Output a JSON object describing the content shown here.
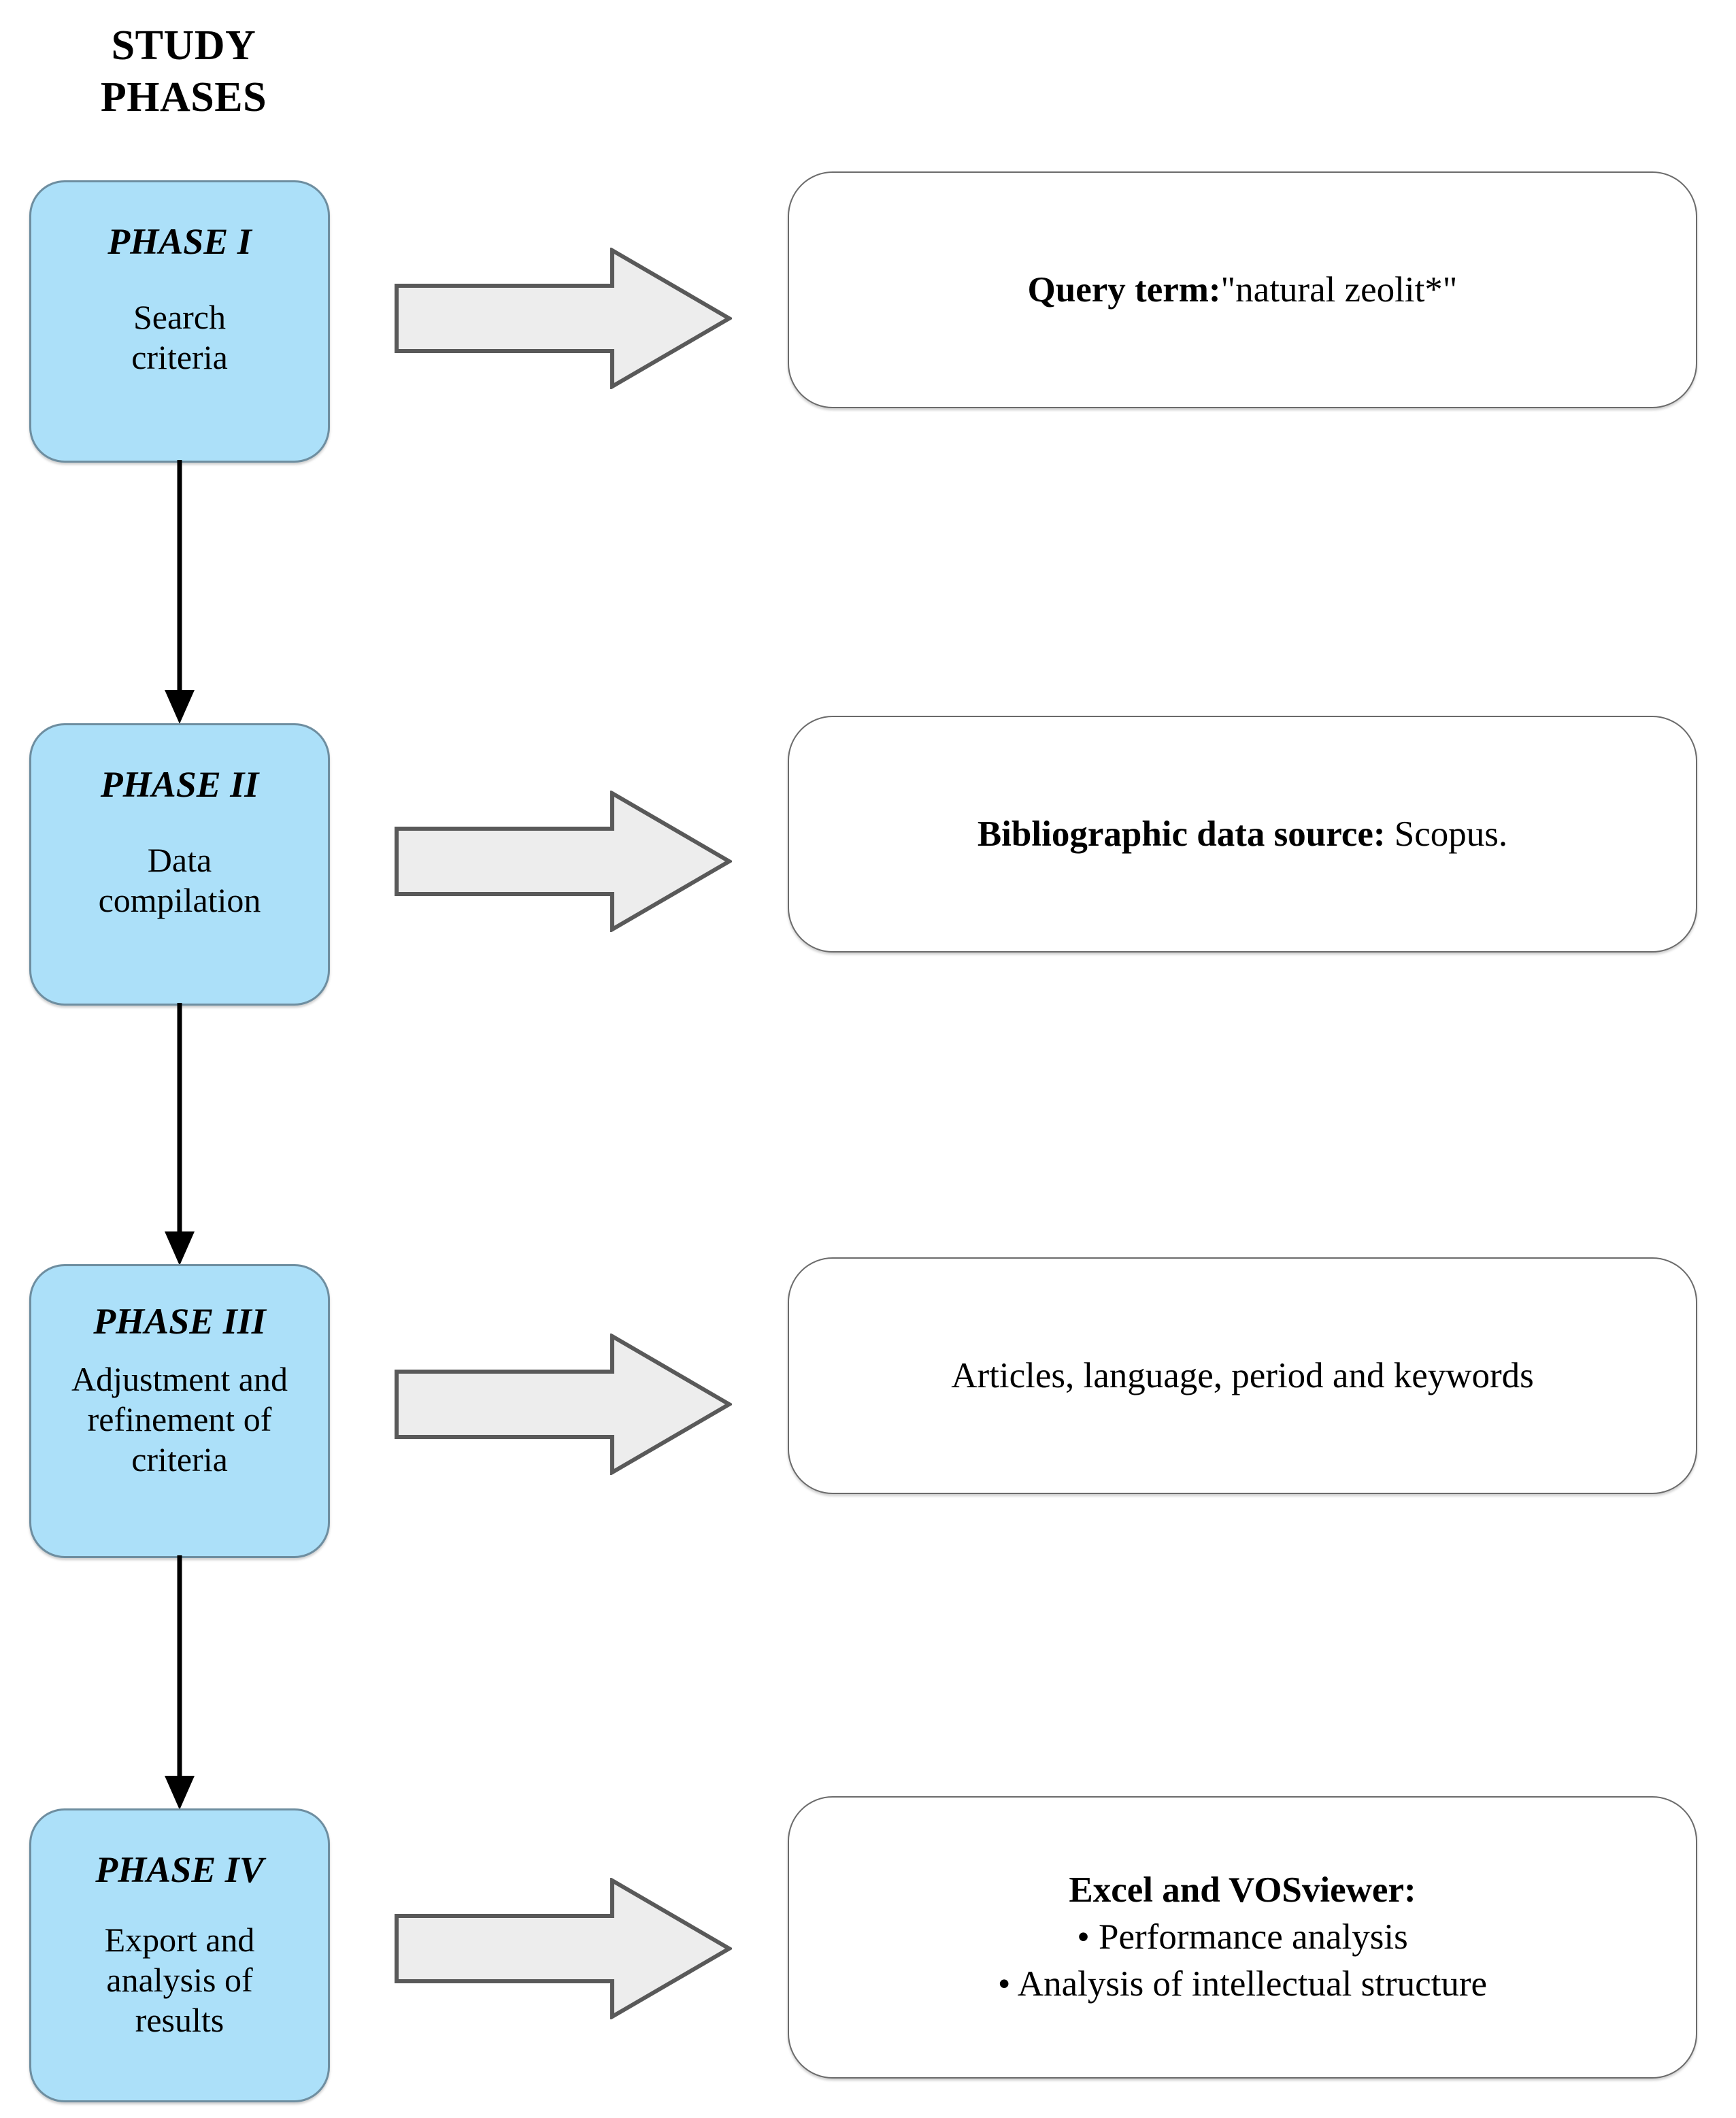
{
  "title": {
    "line1": "STUDY",
    "line2": "PHASES"
  },
  "colors": {
    "phase_box_fill": "#ACE0F9",
    "phase_box_border": "#6e8ea0",
    "content_box_fill": "#FFFFFF",
    "content_box_border": "#6b6b6b",
    "arrow_fill": "#EDEDED",
    "arrow_border": "#595959",
    "connector_line": "#000000",
    "text": "#000000"
  },
  "rows": [
    {
      "phase": {
        "label": "PHASE I",
        "description_line1": "Search",
        "description_line2": "criteria"
      },
      "arrow": "block-arrow-right",
      "content": {
        "bold_prefix": "Query term:",
        "rest": "\"natural zeolit*\""
      }
    },
    {
      "phase": {
        "label": "PHASE II",
        "description_line1": "Data",
        "description_line2": "compilation"
      },
      "arrow": "block-arrow-right",
      "content": {
        "bold_prefix": "Bibliographic data source:",
        "rest": " Scopus."
      }
    },
    {
      "phase": {
        "label": "PHASE III",
        "description_line1": "Adjustment and",
        "description_line2": "refinement of",
        "description_line3": "criteria"
      },
      "arrow": "block-arrow-right",
      "content": {
        "bold_prefix": "",
        "rest": "Articles, language, period and keywords"
      }
    },
    {
      "phase": {
        "label": "PHASE IV",
        "description_line1": "Export and",
        "description_line2": "analysis of",
        "description_line3": "results"
      },
      "arrow": "block-arrow-right",
      "content": {
        "bold_prefix": "Excel and VOSviewer:",
        "bullet1": "• Performance analysis",
        "bullet2": "• Analysis of intellectual structure"
      }
    }
  ],
  "connectors": [
    {
      "from": "PHASE I",
      "to": "PHASE II",
      "style": "solid-line-with-arrowhead"
    },
    {
      "from": "PHASE II",
      "to": "PHASE III",
      "style": "solid-line-with-arrowhead"
    },
    {
      "from": "PHASE III",
      "to": "PHASE IV",
      "style": "solid-line-with-arrowhead"
    }
  ]
}
